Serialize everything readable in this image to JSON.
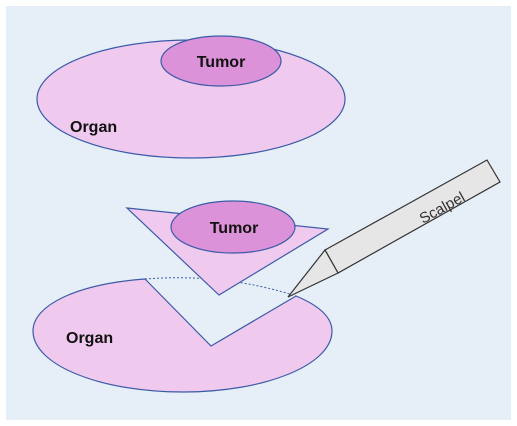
{
  "labels": {
    "top_tumor": "Tumor",
    "top_organ": "Organ",
    "cut_tumor": "Tumor",
    "bottom_organ": "Organ",
    "scalpel": "Scalpel"
  },
  "colors": {
    "background": "#e6eef8",
    "organ_fill": "#f0c9ee",
    "tumor_fill": "#dc92d8",
    "outline": "#3b5ba8",
    "scalpel_fill": "#e6e6e6"
  }
}
